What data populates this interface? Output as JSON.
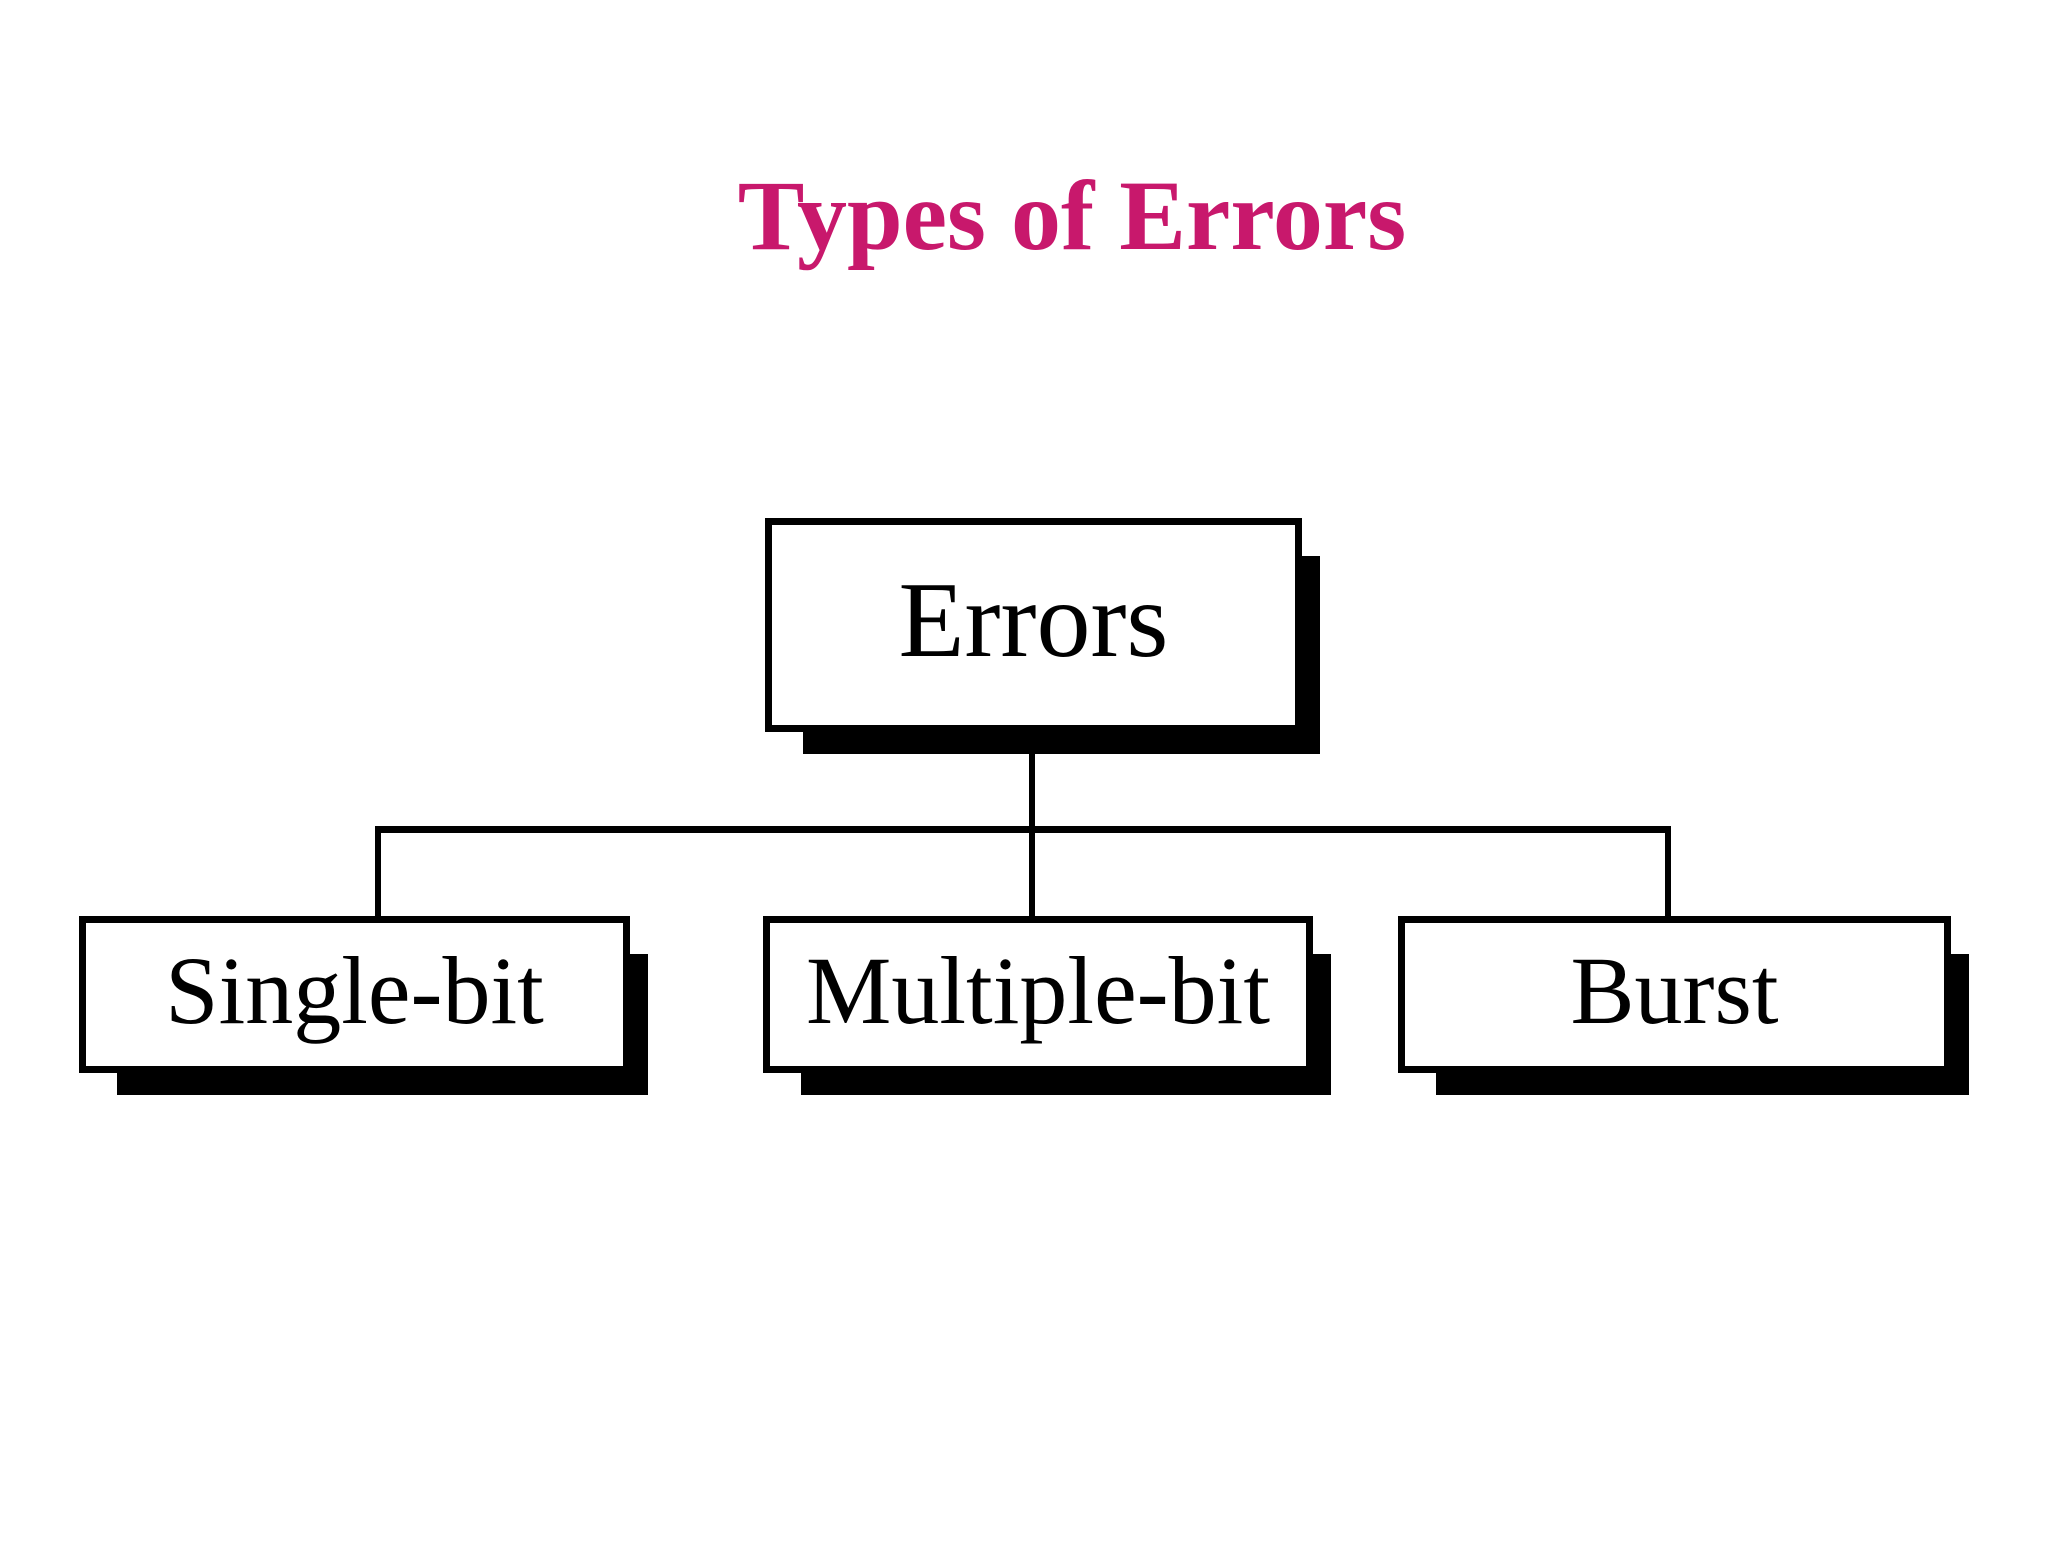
{
  "slide": {
    "title": "Types of Errors"
  },
  "colors": {
    "title": "#C8186C",
    "line": "#000000",
    "shadow": "#000000",
    "box_fill": "#FFFFFF",
    "background": "#FFFFFF"
  },
  "tree": {
    "root": {
      "label": "Errors"
    },
    "children": [
      {
        "label": "Single-bit"
      },
      {
        "label": "Multiple-bit"
      },
      {
        "label": "Burst"
      }
    ]
  }
}
